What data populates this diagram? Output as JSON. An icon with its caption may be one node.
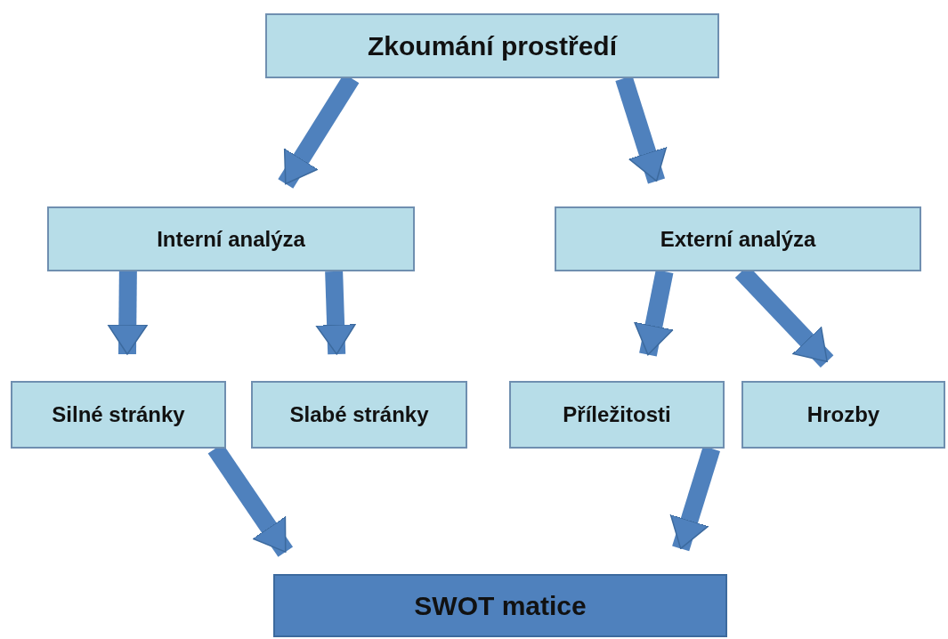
{
  "diagram": {
    "nodes": [
      {
        "text": [
          "Zkoumání prostředí"
        ]
      },
      {
        "text": [
          "Interní analýza"
        ]
      },
      {
        "text": [
          "Externí analýza"
        ]
      },
      {
        "text": [
          "Silné stránky"
        ]
      },
      {
        "text": [
          "Slabé stránky"
        ]
      },
      {
        "text": [
          "Příležitosti"
        ]
      },
      {
        "text": [
          "Hrozby"
        ]
      },
      {
        "text": [
          "SWOT matice"
        ]
      }
    ],
    "edges": [
      {
        "from": 0,
        "to": 1,
        "arrow": "to"
      },
      {
        "from": 0,
        "to": 2,
        "arrow": "to"
      },
      {
        "from": 1,
        "to": 3,
        "arrow": "to"
      },
      {
        "from": 1,
        "to": 4,
        "arrow": "to"
      },
      {
        "from": 2,
        "to": 5,
        "arrow": "to"
      },
      {
        "from": 2,
        "to": 6,
        "arrow": "to"
      },
      {
        "from": 3,
        "to": 7,
        "arrow": "to"
      },
      {
        "from": 5,
        "to": 7,
        "arrow": "to"
      }
    ]
  }
}
